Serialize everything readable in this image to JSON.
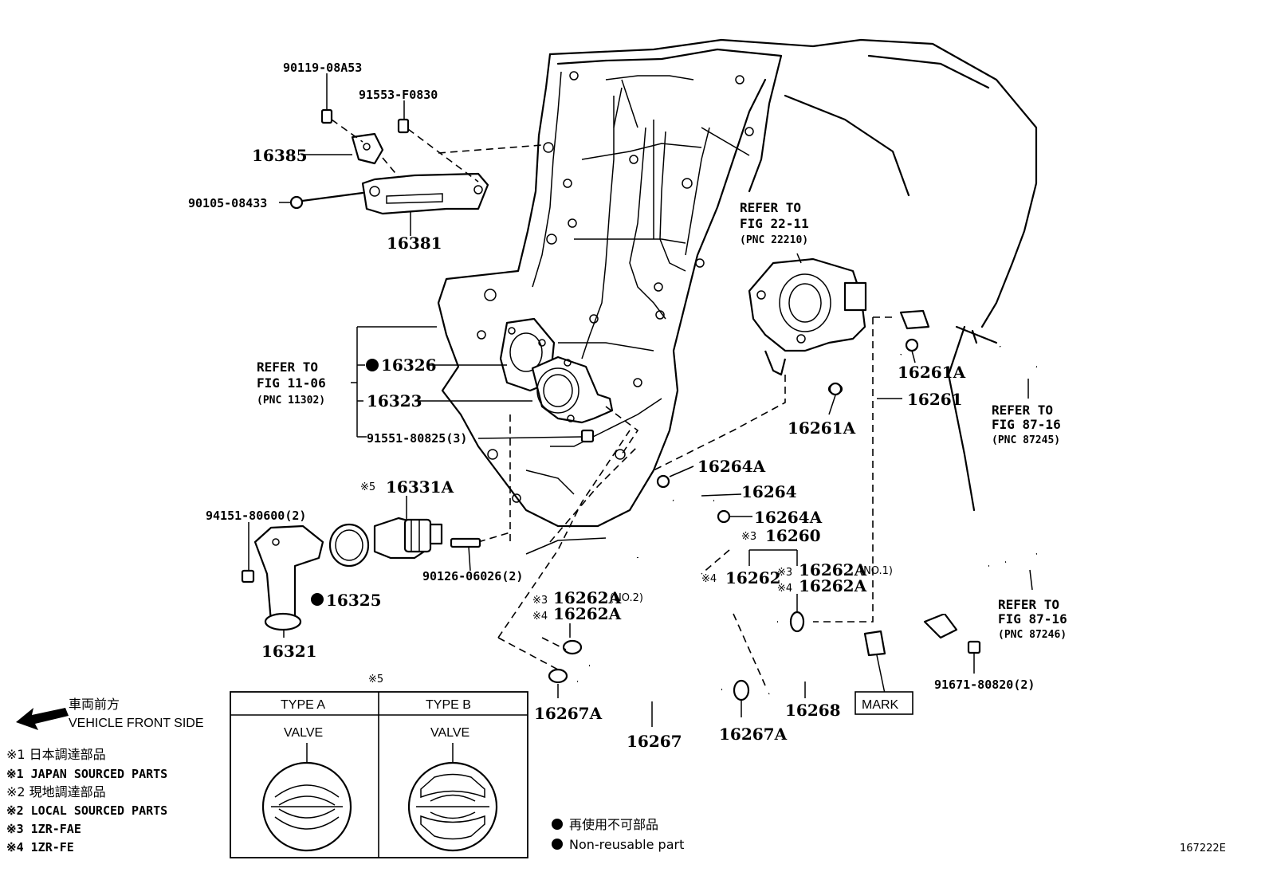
{
  "callouts": {
    "p90119": "90119-08A53",
    "p91553": "91553-F0830",
    "p16385": "16385",
    "p90105": "90105-08433",
    "p16381": "16381",
    "p16326": "16326",
    "p16323": "16323",
    "p91551": "91551-80825(3)",
    "p16331a": "16331A",
    "p94151": "94151-80600(2)",
    "p90126": "90126-06026(2)",
    "p16325": "16325",
    "p16321": "16321",
    "p16264a_top": "16264A",
    "p16264": "16264",
    "p16264a_bot": "16264A",
    "p16260": "16260",
    "p16262": "16262",
    "p16262a_no1_3": "16262A",
    "p16262a_no1_4": "16262A",
    "no1": "(NO.1)",
    "p16262a_no2_3": "16262A",
    "no2": "(NO.2)",
    "p16262a_no2_4": "16262A",
    "p16267a_left": "16267A",
    "p16267": "16267",
    "p16267a_mid": "16267A",
    "p16268": "16268",
    "p16261a_right": "16261A",
    "p16261": "16261",
    "p16261a_left": "16261A",
    "p91671": "91671-80820(2)",
    "mark": "MARK"
  },
  "refs": {
    "fig22": {
      "l1": "REFER TO",
      "l2": "FIG 22-11",
      "l3": "(PNC 22210)"
    },
    "fig11": {
      "l1": "REFER TO",
      "l2": "FIG 11-06",
      "l3": "(PNC 11302)"
    },
    "fig87a": {
      "l1": "REFER TO",
      "l2": "FIG 87-16",
      "l3": "(PNC 87245)"
    },
    "fig87b": {
      "l1": "REFER TO",
      "l2": "FIG 87-16",
      "l3": "(PNC 87246)"
    }
  },
  "marks": {
    "m3": "※3",
    "m4": "※4",
    "m5": "※5"
  },
  "type_table": {
    "title": "※5",
    "type_a": "TYPE A",
    "type_b": "TYPE B",
    "valve_a": "VALVE",
    "valve_b": "VALVE"
  },
  "direction": {
    "jp": "車両前方",
    "en": "VEHICLE FRONT SIDE"
  },
  "legend": [
    "※1 日本調達部品",
    "※1 JAPAN SOURCED PARTS",
    "※2 現地調達部品",
    "※2 LOCAL SOURCED PARTS",
    "※3 1ZR-FAE",
    "※4 1ZR-FE"
  ],
  "nonreusable": {
    "jp": "再使用不可部品",
    "en": "Non-reusable part"
  },
  "figure_id": "167222E"
}
